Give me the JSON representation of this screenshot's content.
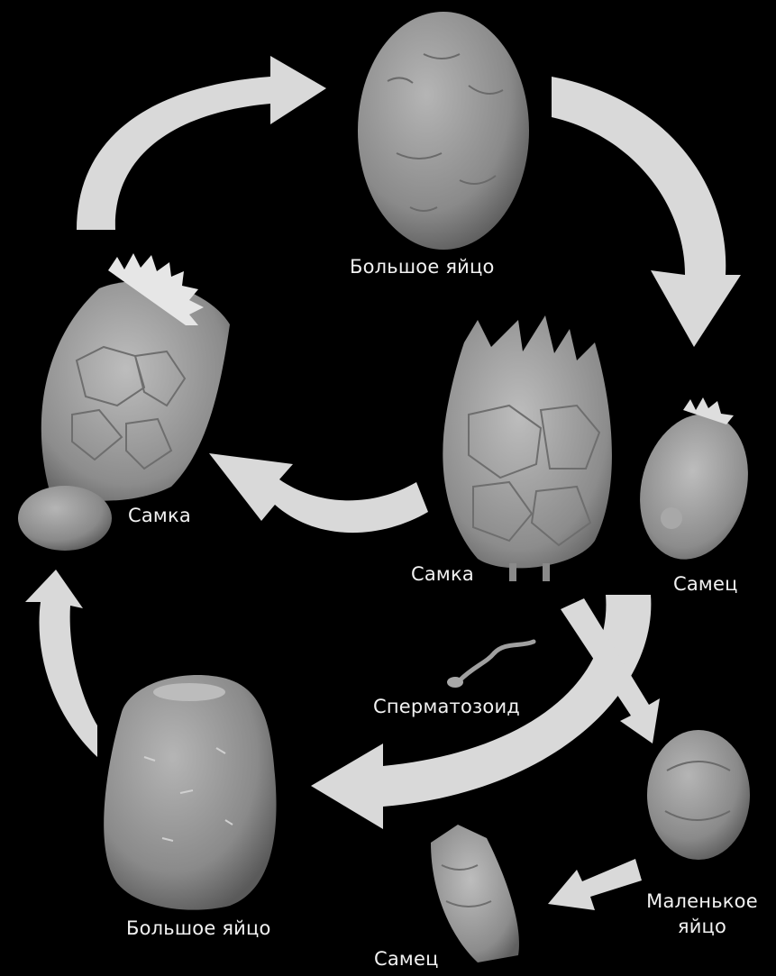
{
  "labels": {
    "large_egg_top": "Большое яйцо",
    "female_left": "Самка",
    "female_center": "Самка",
    "male_right": "Самец",
    "sperm": "Сперматозоид",
    "large_egg_bottom": "Большое яйцо",
    "small_egg_line1": "Маленькое",
    "small_egg_line2": "яйцо",
    "male_bottom": "Самец"
  },
  "colors": {
    "background": "#000000",
    "arrow": "#d9d9d9",
    "specimen": "#9a9a9a",
    "text": "#f2f2f2"
  }
}
